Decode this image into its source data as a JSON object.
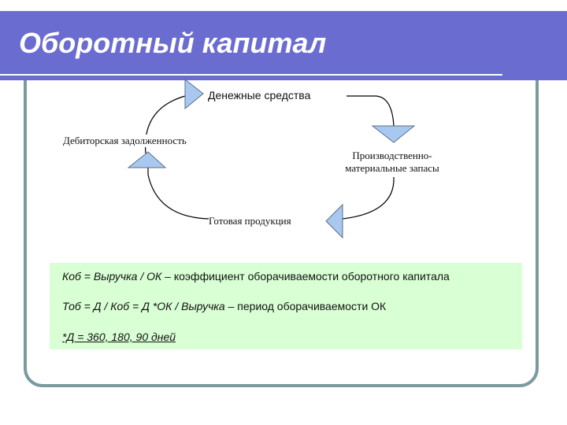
{
  "slide": {
    "title": "Оборотный капитал"
  },
  "cycle": {
    "top": "Денежные средства",
    "right_line1": "Производственно-",
    "right_line2": "материальные запасы",
    "bottom": "Готовая продукция",
    "left": "Дебиторская задолженность"
  },
  "formulas": {
    "line1_lhs": "Коб = Выручка / ОК",
    "line1_rhs": " – коэффициент оборачиваемости оборотного капитала",
    "line2_lhs": "Тоб = Д / Коб = Д *ОК / Выручка",
    "line2_rhs": " – период оборачиваемости ОК",
    "note": "*Д = 360, 180, 90 дней"
  },
  "colors": {
    "title_bar": "#6a6ccf",
    "arrow_fill": "#a9c8f0",
    "formula_bg": "#d9ffd4",
    "frame": "#7a9aa0"
  }
}
